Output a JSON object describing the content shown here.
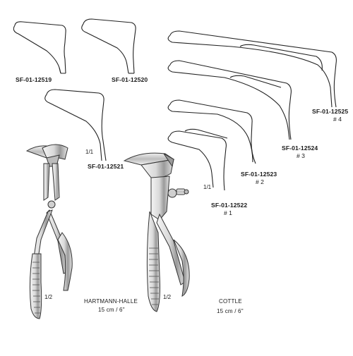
{
  "catalog": {
    "codes": {
      "c12519": "SF-01-12519",
      "c12520": "SF-01-12520",
      "c12521": "SF-01-12521",
      "c12522": "SF-01-12522",
      "c12523": "SF-01-12523",
      "c12524": "SF-01-12524",
      "c12525": "SF-01-12525"
    },
    "sizes": {
      "s1": "# 1",
      "s2": "# 2",
      "s3": "# 3",
      "s4": "# 4"
    },
    "scales": {
      "full_blade_left": "1/1",
      "full_blade_right": "1/1",
      "half_hartmann": "1/2",
      "half_cottle": "1/2"
    },
    "instruments": {
      "hartmann": {
        "name": "HARTMANN-HALLE",
        "length": "15 cm / 6\""
      },
      "cottle": {
        "name": "COTTLE",
        "length": "15 cm / 6\""
      }
    }
  }
}
